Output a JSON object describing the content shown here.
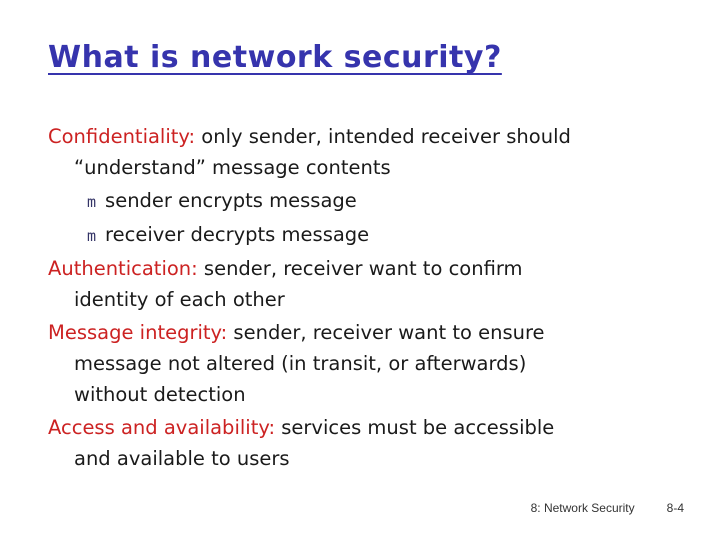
{
  "slide": {
    "title": "What is network security?",
    "items": [
      {
        "type": "definition",
        "term": "Confidentiality:",
        "text": " only sender, intended receiver should\n“understand” message contents"
      },
      {
        "type": "sub-bullet",
        "marker": "m",
        "text": "sender encrypts message"
      },
      {
        "type": "sub-bullet",
        "marker": "m",
        "text": "receiver decrypts message"
      },
      {
        "type": "definition",
        "term": "Authentication:",
        "text": " sender, receiver want to confirm\nidentity of each other"
      },
      {
        "type": "definition",
        "term": "Message integrity:",
        "text": " sender, receiver want to ensure\nmessage not altered (in transit, or afterwards)\nwithout detection"
      },
      {
        "type": "definition",
        "term": "Access and availability:",
        "text": " services must be accessible\nand available to users"
      }
    ],
    "footer": {
      "section": "8: Network Security",
      "page": "8-4"
    },
    "colors": {
      "title_blue": "#3634ad",
      "term_red": "#cc2222",
      "body_black": "#1a1a1a",
      "bullet_navy": "#333366"
    }
  }
}
